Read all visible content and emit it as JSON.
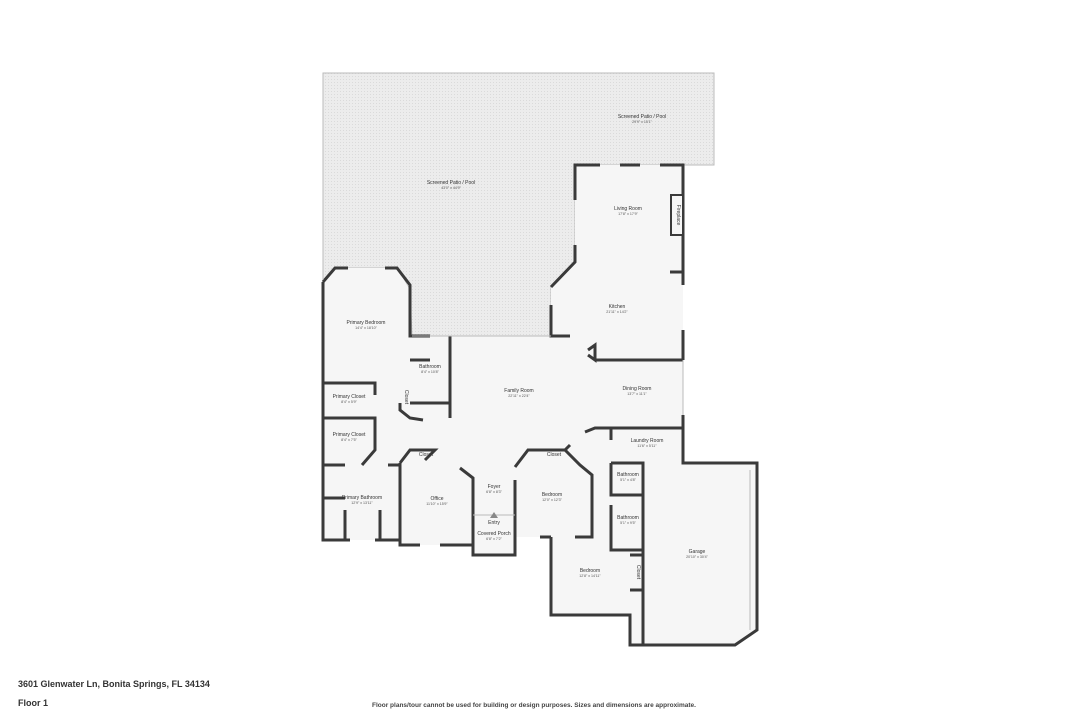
{
  "rooms": [
    {
      "name": "Screened Patio / Pool",
      "dims": "29'9\" x 15'1\""
    },
    {
      "name": "Screened Patio / Pool",
      "dims": "43'0\" x 44'9\""
    },
    {
      "name": "Living Room",
      "dims": "17'8\" x 17'9\""
    },
    {
      "name": "Kitchen",
      "dims": "21'11\" x 14'2\""
    },
    {
      "name": "Primary Bedroom",
      "dims": "14'4\" x 18'10\""
    },
    {
      "name": "Bathroom",
      "dims": "8'4\" x 10'8\""
    },
    {
      "name": "Family Room",
      "dims": "22'11\" x 22'4\""
    },
    {
      "name": "Dining Room",
      "dims": "13'7\" x 11'1\""
    },
    {
      "name": "Primary Closet",
      "dims": "8'4\" x 5'9\""
    },
    {
      "name": "Primary Closet",
      "dims": "8'4\" x 7'5\""
    },
    {
      "name": "Laundry Room",
      "dims": "11'6\" x 5'11\""
    },
    {
      "name": "Primary Bathroom",
      "dims": "12'9\" x 13'11\""
    },
    {
      "name": "Office",
      "dims": "11'10\" x 15'9\""
    },
    {
      "name": "Foyer",
      "dims": "6'8\" x 8'3\""
    },
    {
      "name": "Bedroom",
      "dims": "12'0\" x 12'3\""
    },
    {
      "name": "Bathroom",
      "dims": "5'1\" x 4'8\""
    },
    {
      "name": "Bathroom",
      "dims": "5'1\" x 9'5\""
    },
    {
      "name": "Covered Porch",
      "dims": "6'8\" x 7'2\""
    },
    {
      "name": "Bedroom",
      "dims": "12'8\" x 14'11\""
    },
    {
      "name": "Garage",
      "dims": "20'10\" x 30'4\""
    }
  ],
  "small_labels": [
    "Closet",
    "Closet",
    "Closet",
    "Closet",
    "Fireplace",
    "Entry"
  ],
  "footer": {
    "address": "3601 Glenwater Ln, Bonita Springs, FL 34134",
    "floor": "Floor 1",
    "disclaimer": "Floor plans/tour cannot be used for building or design purposes. Sizes and dimensions are approximate."
  },
  "colors": {
    "wall": "#3a3a3a",
    "patio_fill": "#e9e9e9",
    "room_fill": "#f5f5f5"
  }
}
